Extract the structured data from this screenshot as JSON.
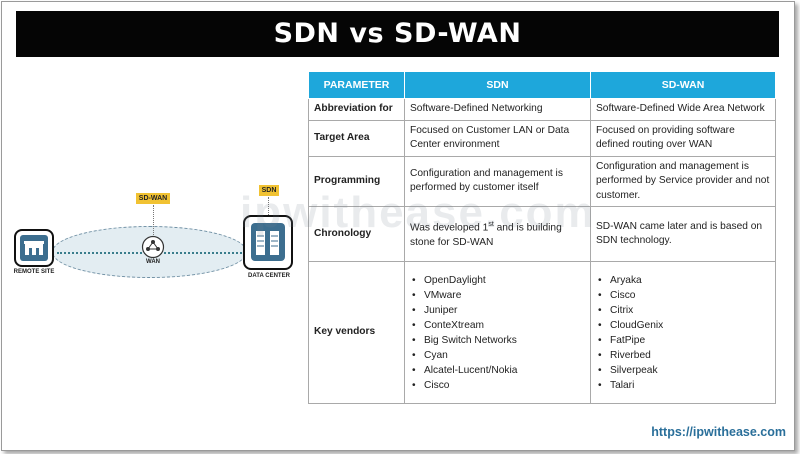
{
  "title": "SDN vs SD-WAN",
  "colors": {
    "title_bg": "#050505",
    "header_bg": "#1ea7db",
    "tag_bg": "#f1c232",
    "url": "#2a6f9a"
  },
  "diagram": {
    "remote_label": "REMOTE SITE",
    "wan_label": "WAN",
    "dc_label": "DATA CENTER",
    "tag_sdwan": "SD-WAN",
    "tag_sdn": "SDN",
    "remote_icon": "building-icon",
    "wan_icon": "router-icon",
    "dc_icon": "server-rack-icon"
  },
  "table": {
    "headers": [
      "PARAMETER",
      "SDN",
      "SD-WAN"
    ],
    "rows": [
      {
        "param": "Abbreviation for",
        "sdn": "Software-Defined Networking",
        "sdwan": "Software-Defined Wide Area Network"
      },
      {
        "param": "Target Area",
        "sdn": "Focused on Customer LAN or Data Center environment",
        "sdwan": "Focused on providing software defined routing over WAN"
      },
      {
        "param": "Programming",
        "sdn": "Configuration and management is performed by customer itself",
        "sdwan": "Configuration and management is performed by Service provider and not customer."
      },
      {
        "param": "Chronology",
        "sdn_pre": "Was developed 1",
        "sdn_sup": "st",
        "sdn_post": " and is building stone for SD-WAN",
        "sdwan": "SD-WAN came later and is based on SDN technology."
      },
      {
        "param": "Key vendors",
        "sdn_list": [
          "OpenDaylight",
          "VMware",
          "Juniper",
          "ConteXtream",
          "Big Switch Networks",
          "Cyan",
          "Alcatel-Lucent/Nokia",
          "Cisco"
        ],
        "sdwan_list": [
          "Aryaka",
          "Cisco",
          "Citrix",
          "CloudGenix",
          "FatPipe",
          "Riverbed",
          "Silverpeak",
          "Talari"
        ]
      }
    ]
  },
  "watermark": "ipwithease.com",
  "url": "https://ipwithease.com"
}
